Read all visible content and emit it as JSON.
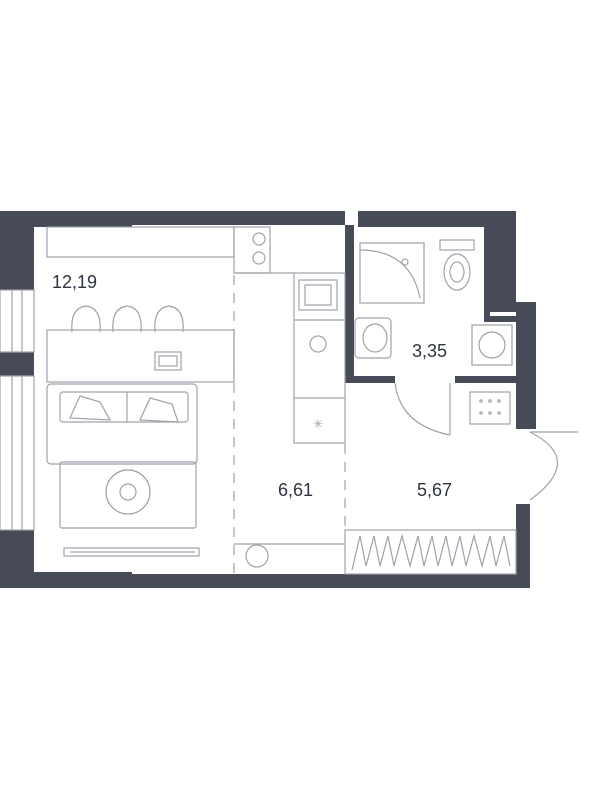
{
  "rooms": {
    "living": {
      "area": "12,19"
    },
    "kitchen": {
      "area": "6,61"
    },
    "bathroom": {
      "area": "3,35"
    },
    "hall": {
      "area": "5,67"
    }
  },
  "colors": {
    "wall": "#474b57",
    "line": "#9ea2aa",
    "text": "#2f3442",
    "background": "#ffffff"
  }
}
